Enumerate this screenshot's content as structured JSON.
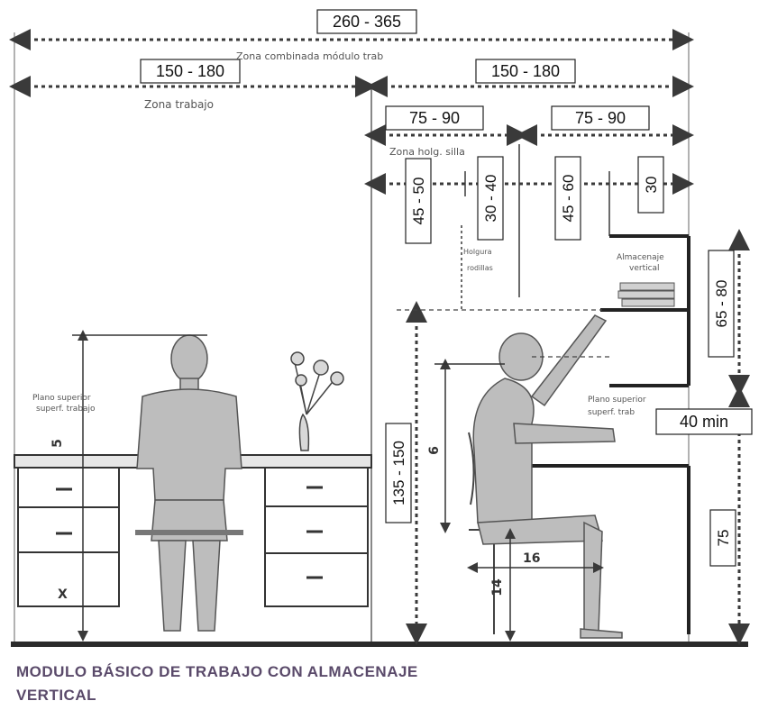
{
  "dimensions": {
    "total_width": "260 - 365",
    "zone_left_width": "150 - 180",
    "zone_right_width": "150 - 180",
    "leg_clearance": "75 - 90",
    "storage_reach": "75 - 90",
    "seg_a": "45 - 50",
    "seg_b": "30 - 40",
    "seg_c": "45 - 60",
    "seg_d": "30",
    "shelf_height": "65 - 80",
    "eye_height": "135 - 150",
    "desk_clearance": "40 min",
    "desk_height": "75"
  },
  "small_labels": {
    "combined_zone": "Zona combinada módulo trab",
    "work_zone": "Zona trabajo",
    "leg_zone": "Zona holg. silla",
    "storage_label_1": "Almacenaje",
    "storage_label_2": "vertical",
    "plane_left_1": "Plano superior",
    "plane_left_2": "superf. trabajo",
    "plane_right_1": "Plano superior",
    "plane_right_2": "superf. trab",
    "clearance_1": "Holgura",
    "clearance_2": "rodillas",
    "mark_left": "5",
    "mark_left_low": "X",
    "mark_eye": "6",
    "mark_seat_depth": "16",
    "mark_seat_height": "14"
  },
  "caption": {
    "line1": "MODULO BÁSICO DE TRABAJO CON ALMACENAJE",
    "line2": "VERTICAL"
  },
  "colors": {
    "ink": "#3a3a3a",
    "figure_fill": "#bdbdbd",
    "caption": "#5a4a6a",
    "label_border": "#222222"
  }
}
